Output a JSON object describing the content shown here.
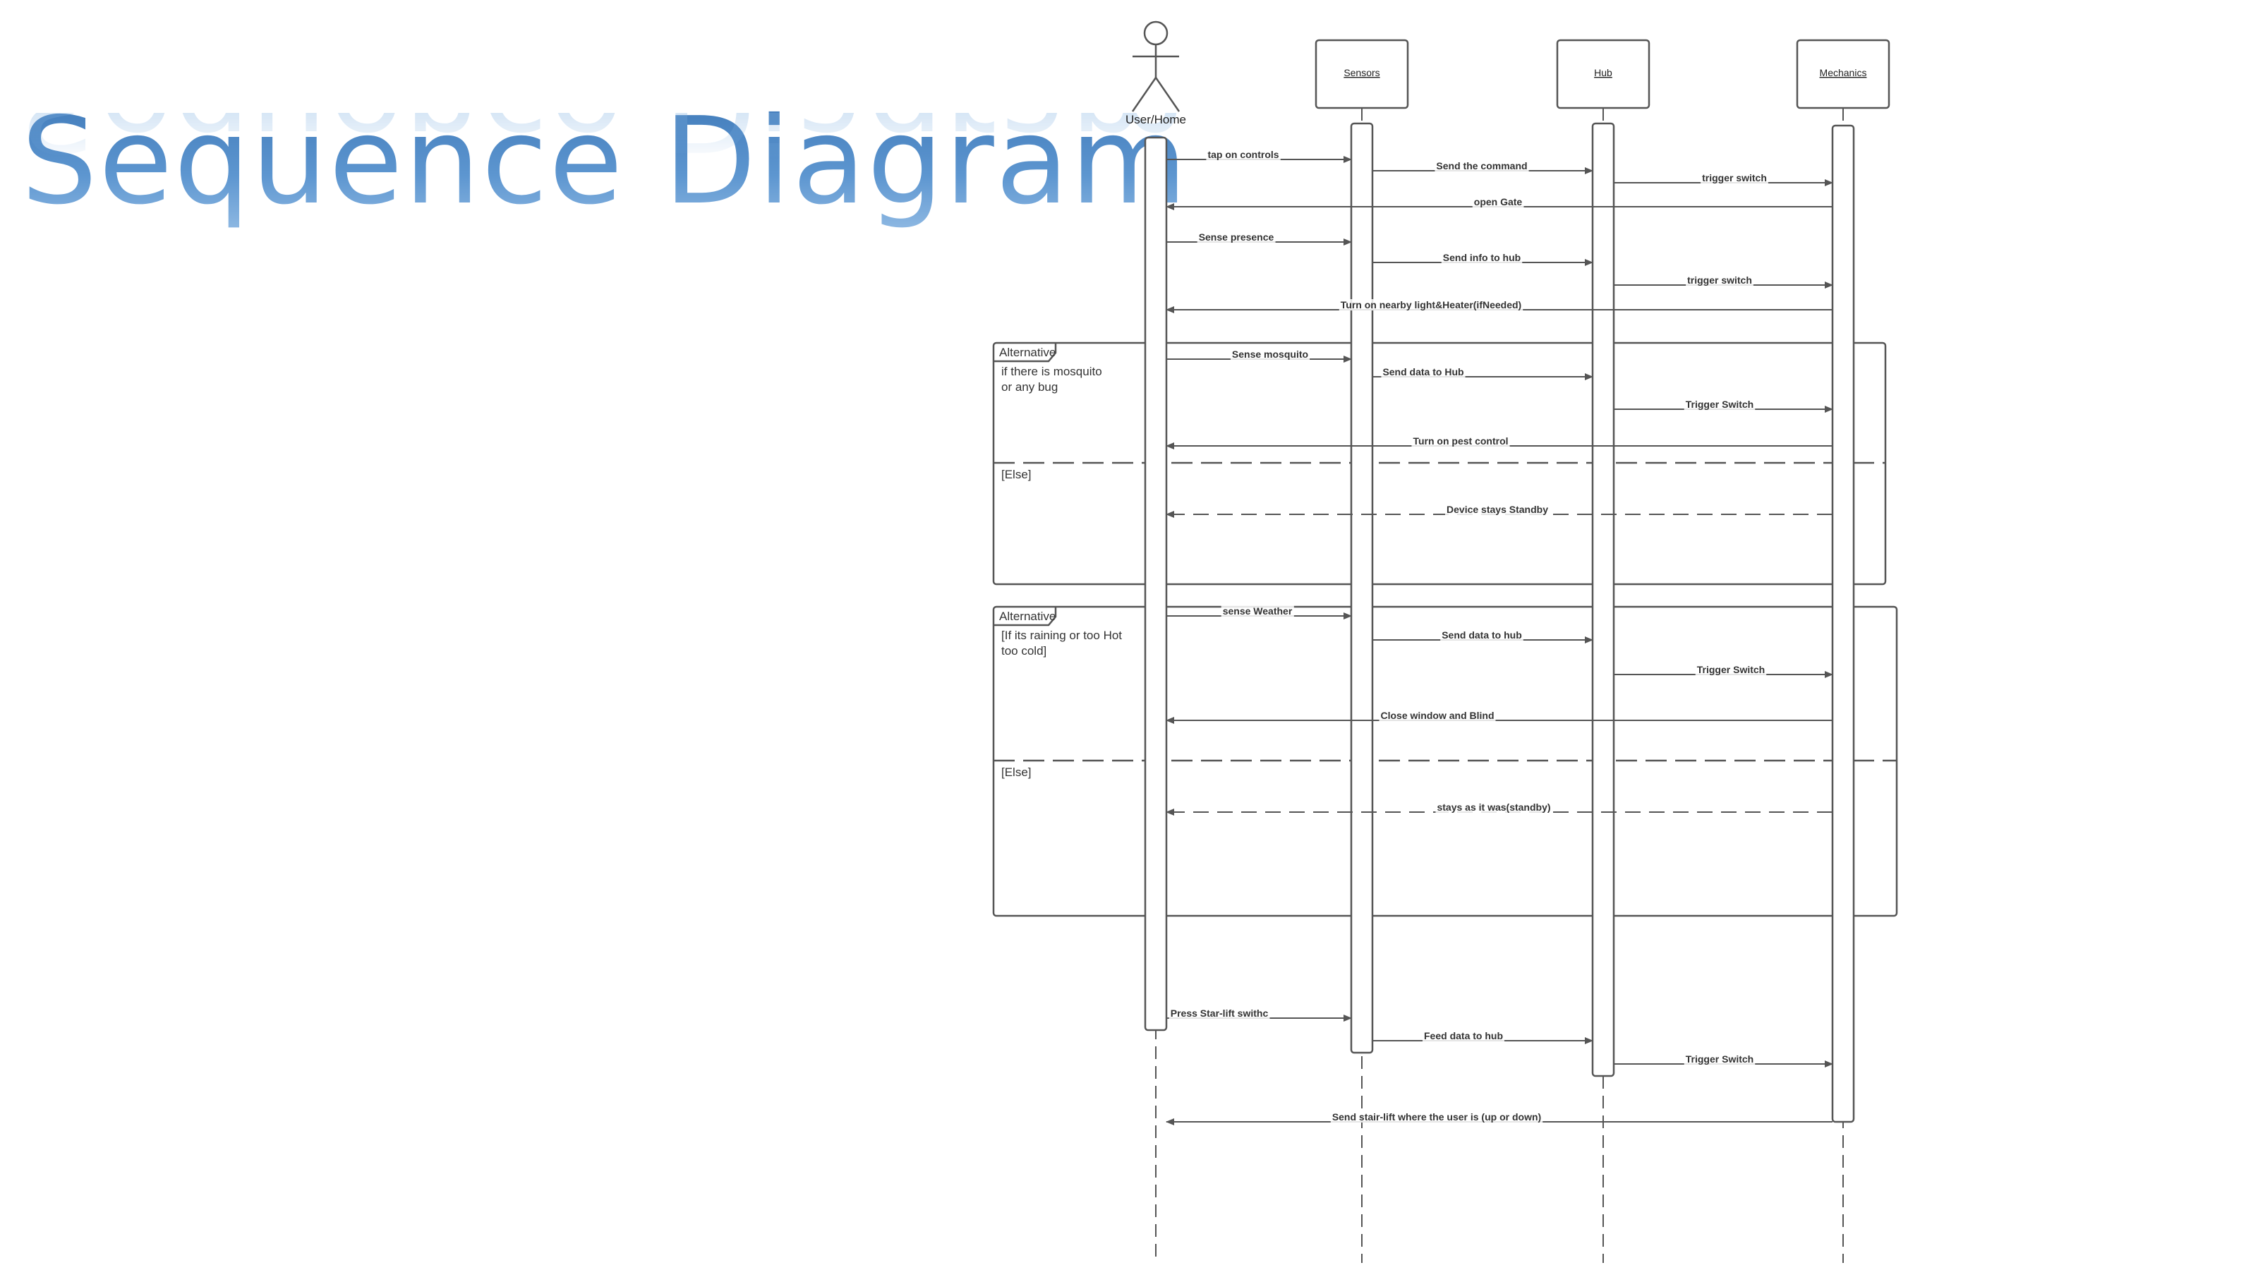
{
  "title": "Sequence Diagram",
  "participants": [
    {
      "id": "user",
      "label": "User/Home",
      "kind": "actor"
    },
    {
      "id": "sensors",
      "label": "Sensors",
      "kind": "box"
    },
    {
      "id": "hub",
      "label": "Hub",
      "kind": "box"
    },
    {
      "id": "mechanics",
      "label": "Mechanics",
      "kind": "box"
    }
  ],
  "messages": [
    {
      "from": "user",
      "to": "sensors",
      "label": "tap on controls",
      "style": "solid"
    },
    {
      "from": "sensors",
      "to": "hub",
      "label": "Send the command",
      "style": "solid"
    },
    {
      "from": "hub",
      "to": "mechanics",
      "label": "trigger switch",
      "style": "solid"
    },
    {
      "from": "mechanics",
      "to": "user",
      "label": "open Gate",
      "style": "solid"
    },
    {
      "from": "user",
      "to": "sensors",
      "label": "Sense presence",
      "style": "solid"
    },
    {
      "from": "sensors",
      "to": "hub",
      "label": "Send info to hub",
      "style": "solid"
    },
    {
      "from": "hub",
      "to": "mechanics",
      "label": "trigger switch",
      "style": "solid"
    },
    {
      "from": "mechanics",
      "to": "user",
      "label": "Turn on nearby light&Heater(ifNeeded)",
      "style": "solid"
    },
    {
      "from": "user",
      "to": "sensors",
      "label": "Sense mosquito",
      "style": "solid"
    },
    {
      "from": "sensors",
      "to": "hub",
      "label": "Send data to Hub",
      "style": "solid"
    },
    {
      "from": "hub",
      "to": "mechanics",
      "label": "Trigger Switch",
      "style": "solid"
    },
    {
      "from": "mechanics",
      "to": "user",
      "label": "Turn on pest control",
      "style": "solid"
    },
    {
      "from": "mechanics",
      "to": "user",
      "label": "Device stays Standby",
      "style": "dashed"
    },
    {
      "from": "user",
      "to": "sensors",
      "label": "sense Weather",
      "style": "solid"
    },
    {
      "from": "sensors",
      "to": "hub",
      "label": "Send data to hub",
      "style": "solid"
    },
    {
      "from": "hub",
      "to": "mechanics",
      "label": "Trigger Switch",
      "style": "solid"
    },
    {
      "from": "mechanics",
      "to": "user",
      "label": "Close window and Blind",
      "style": "solid"
    },
    {
      "from": "mechanics",
      "to": "user",
      "label": "stays as it was(standby)",
      "style": "dashed"
    },
    {
      "from": "user",
      "to": "sensors",
      "label": "Press Star-lift swithc",
      "style": "solid"
    },
    {
      "from": "sensors",
      "to": "hub",
      "label": "Feed data to hub",
      "style": "solid"
    },
    {
      "from": "hub",
      "to": "mechanics",
      "label": "Trigger Switch",
      "style": "solid"
    },
    {
      "from": "mechanics",
      "to": "user",
      "label": "Send stair-lift where the user is (up or down)",
      "style": "solid"
    }
  ],
  "fragments": [
    {
      "label": "Alternative",
      "guard": [
        "if there is mosquito",
        "or any bug"
      ],
      "else": "[Else]"
    },
    {
      "label": "Alternative",
      "guard": [
        "[If its raining or too Hot",
        "too cold]"
      ],
      "else": "[Else]"
    }
  ],
  "colors": {
    "line": "#555555",
    "title_top": "#3f79b8",
    "title_bottom": "#8fb9e3"
  }
}
